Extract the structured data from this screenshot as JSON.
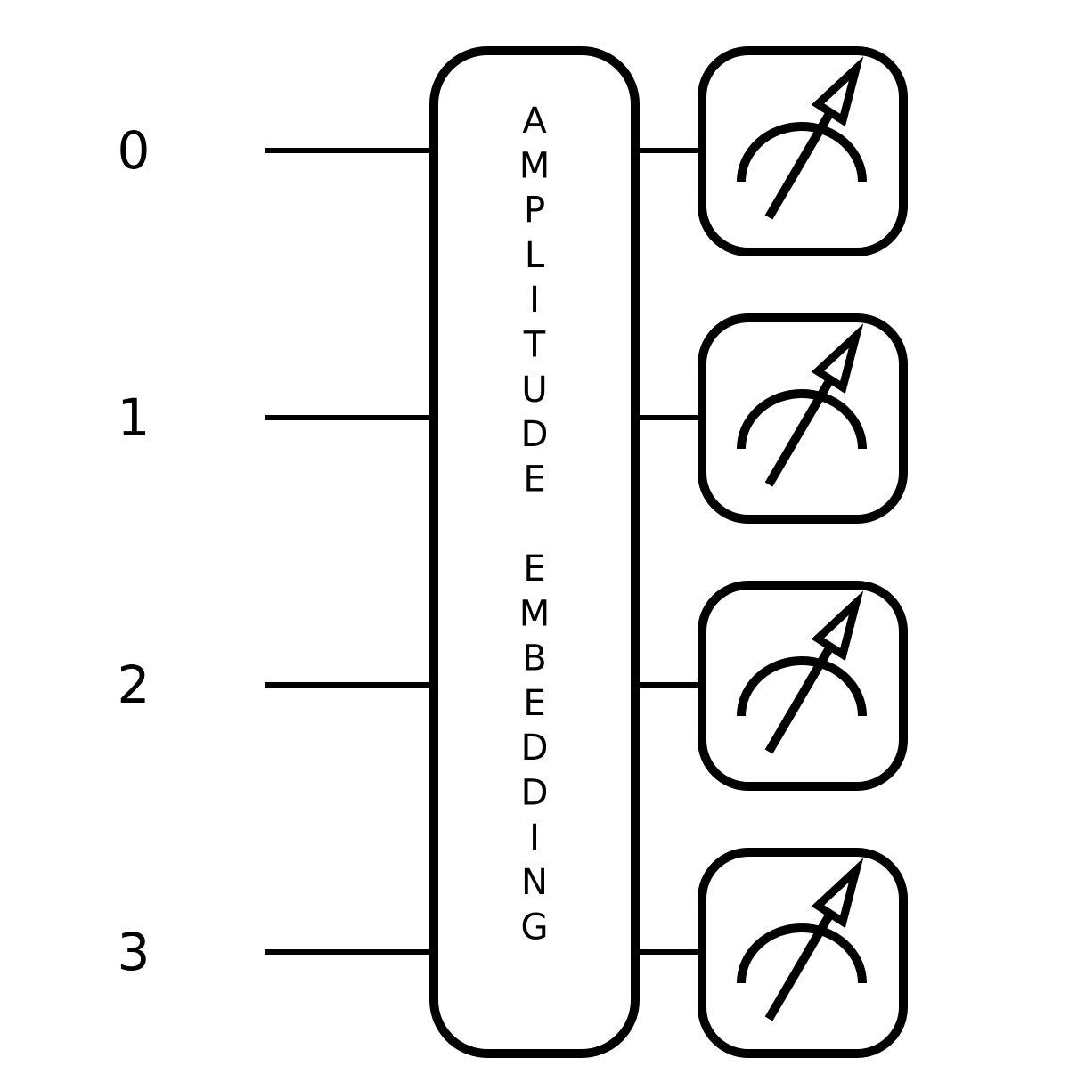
{
  "circuit": {
    "wires": [
      {
        "label": "0"
      },
      {
        "label": "1"
      },
      {
        "label": "2"
      },
      {
        "label": "3"
      }
    ],
    "gate": {
      "label": "AMPLITUDE EMBEDDING"
    },
    "measurements": [
      {
        "icon": "measurement-meter-icon"
      },
      {
        "icon": "measurement-meter-icon"
      },
      {
        "icon": "measurement-meter-icon"
      },
      {
        "icon": "measurement-meter-icon"
      }
    ],
    "colors": {
      "stroke": "#000000",
      "background": "#ffffff"
    }
  }
}
